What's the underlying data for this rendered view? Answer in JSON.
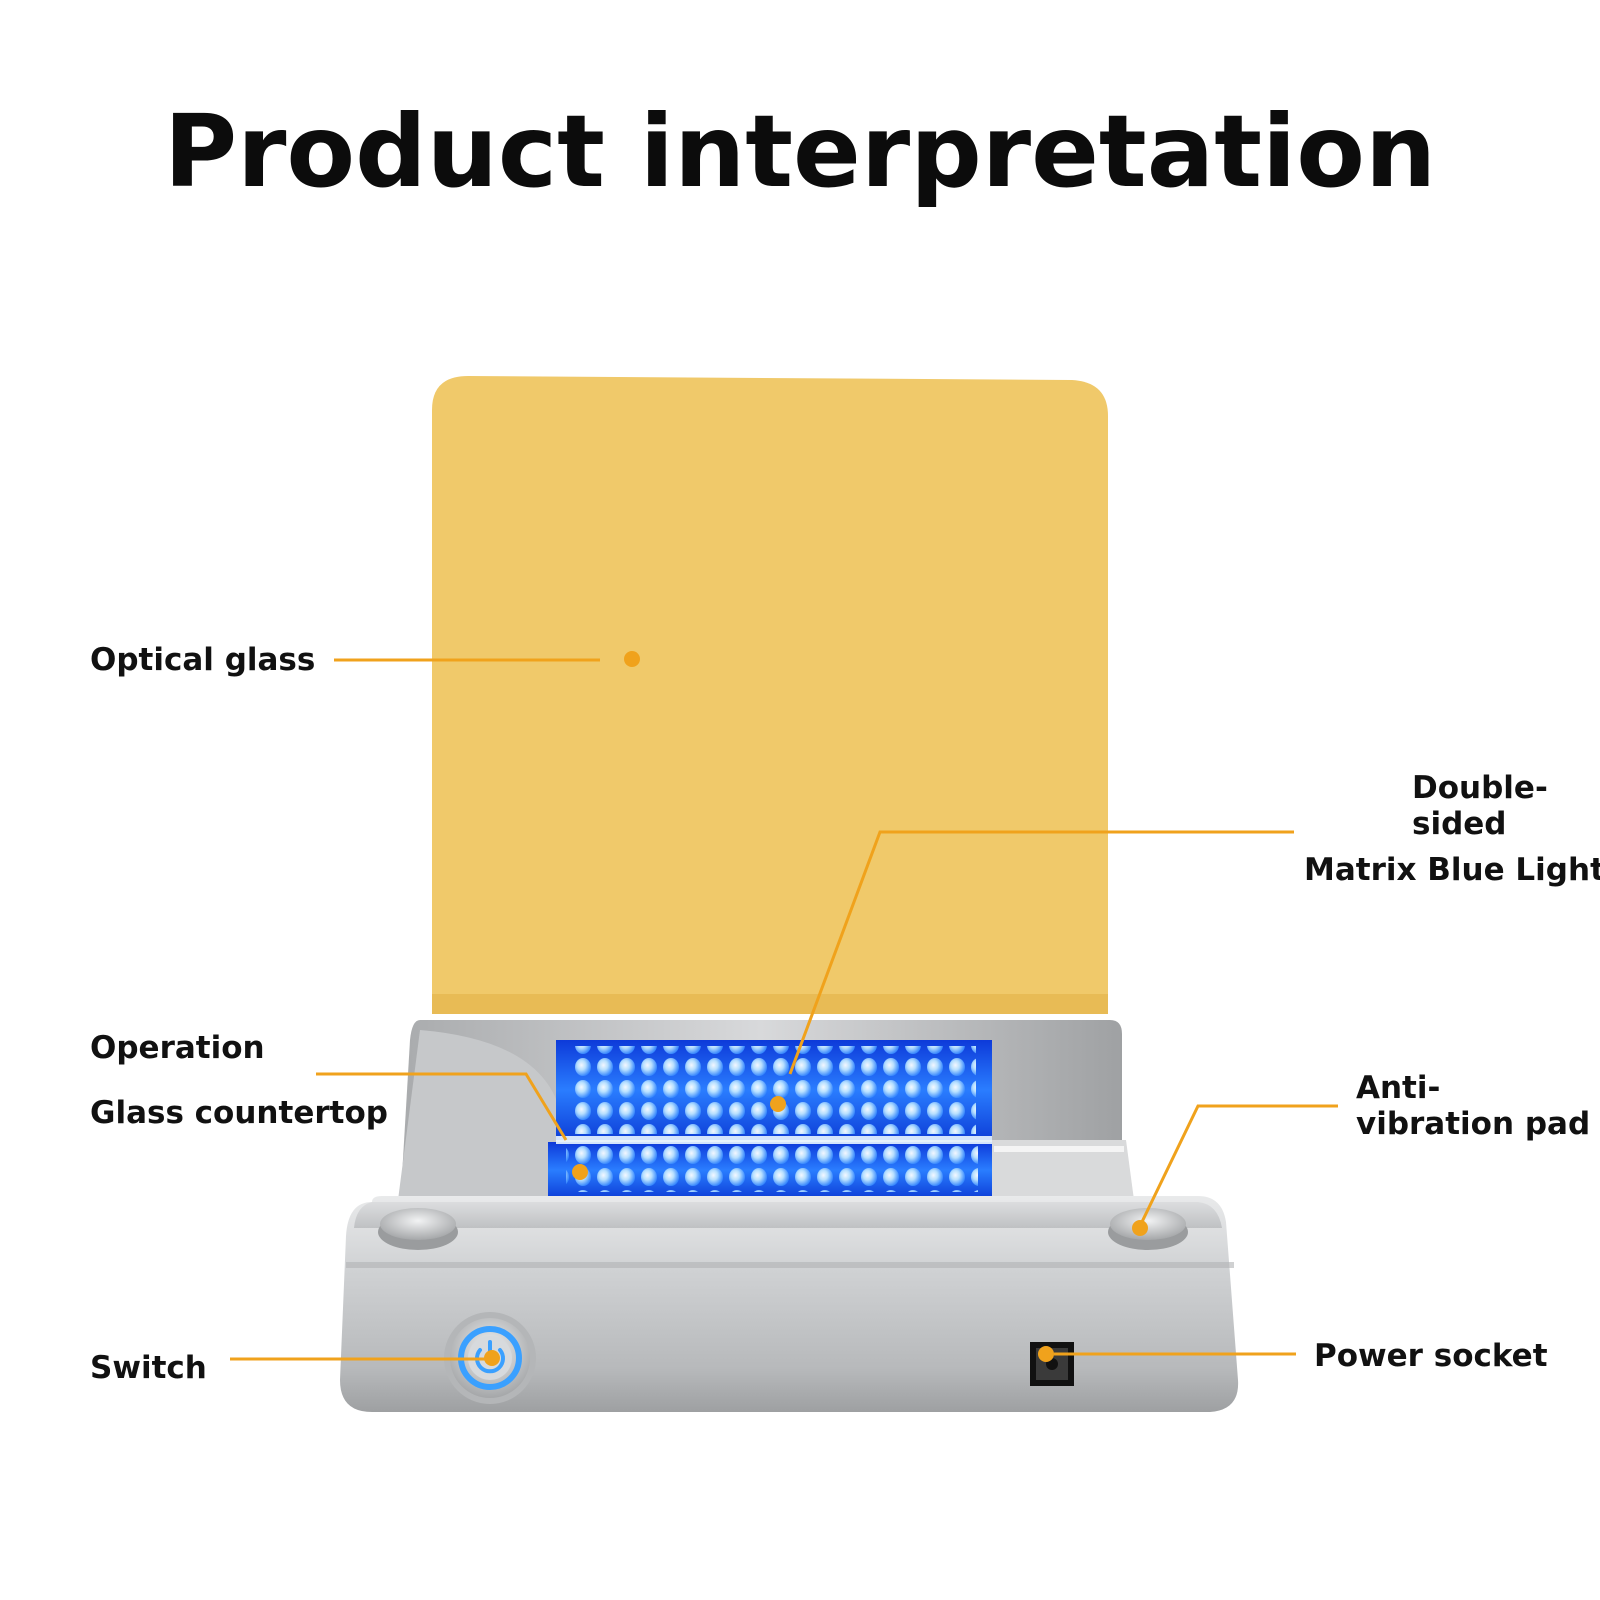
{
  "title": "Product interpretation",
  "labels": {
    "optical_glass": "Optical glass",
    "double_sided_line1": "Double-",
    "double_sided_line2": "sided",
    "matrix_blue_light": "Matrix Blue Light",
    "operation": "Operation",
    "glass_countertop": "Glass countertop",
    "anti_line1": "Anti-",
    "anti_line2": "vibration pad",
    "switch": "Switch",
    "power_socket": "Power socket"
  },
  "colors": {
    "accent": "#f0a21c",
    "glass": "#f2c866",
    "led_blue": "#1f6bff",
    "body_silver": "#c9cbcd",
    "switch_ring": "#3aa0ff"
  },
  "icons": [
    "power-icon"
  ]
}
